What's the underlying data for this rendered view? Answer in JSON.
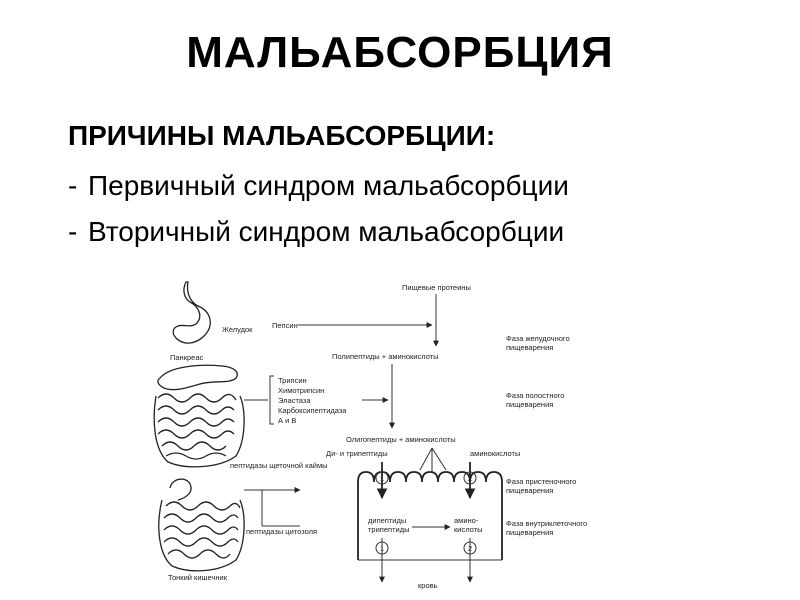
{
  "slide": {
    "title": "МАЛЬАБСОРБЦИЯ",
    "subtitle": "ПРИЧИНЫ МАЛЬАБСОРБЦИИ:",
    "bullets": [
      "Первичный синдром мальабсорбции",
      "Вторичный синдром мальабсорбции"
    ],
    "bullet_marker": "-"
  },
  "diagram": {
    "food_proteins": "Пищевые протеины",
    "stomach": "Желудок",
    "pepsin": "Пепсин",
    "pancreas": "Панкреас",
    "polypeptides": "Полипептиды + аминокислоты",
    "enzymes": [
      "Трипсин",
      "Химотрипсин",
      "Эластаза",
      "Карбоксипептидаза",
      "А и В"
    ],
    "oligopeptides": "Олигопептиды + аминокислоты",
    "di_tri": "Ди- и трипептиды",
    "amino_acids": "аминокислоты",
    "brush_border": "пептидазы щеточной каймы",
    "cytosol": "пептидазы цитозоля",
    "small_intestine": "Тонкий кишечник",
    "dipeptides_1": "дипептиды",
    "dipeptides_2": "трипептиды",
    "amino_cell_1": "амино-",
    "amino_cell_2": "кислоты",
    "blood": "кровь",
    "phases": [
      [
        "Фаза желудочного",
        "пищеварения"
      ],
      [
        "Фаза полостного",
        "пищеварения"
      ],
      [
        "Фаза пристеночного",
        "пищеварения"
      ],
      [
        "Фаза внутриклеточного",
        "пищеварения"
      ]
    ],
    "markers": [
      "1",
      "2",
      "1",
      "2"
    ]
  }
}
